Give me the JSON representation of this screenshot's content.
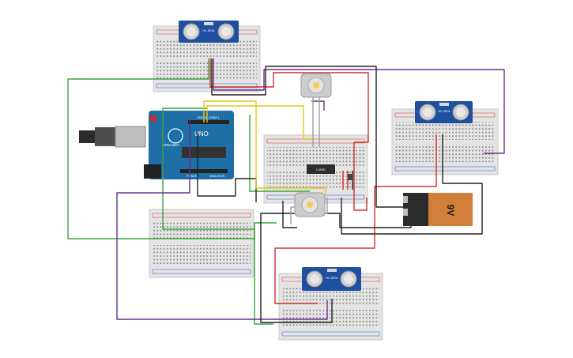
{
  "canvas": {
    "background": "#ffffff"
  },
  "arduino": {
    "brand": "ARDUINO",
    "model": "UNO",
    "digital_label": "DIGITAL (PWM~)",
    "power_label": "POWER",
    "analog_label": "ANALOG IN",
    "board_color": "#1d6fa5"
  },
  "sensors": [
    {
      "label": "HC-SR04"
    },
    {
      "label": "HC-SR04"
    },
    {
      "label": "HC-SR04"
    }
  ],
  "motor_driver": {
    "label": "L293D"
  },
  "battery": {
    "label": "9V",
    "body_color": "#d27f3a"
  },
  "wire_colors": {
    "red": "#d0312d",
    "black": "#222222",
    "green": "#3aa63a",
    "purple": "#6b2e8c",
    "yellow": "#e6c619",
    "gray": "#9e9e9e"
  }
}
